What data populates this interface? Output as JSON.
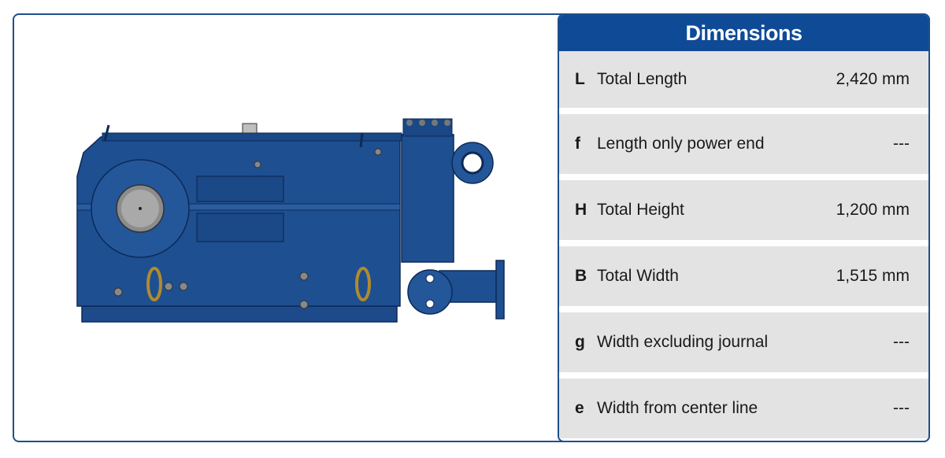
{
  "dimensions": {
    "title": "Dimensions",
    "rows": [
      {
        "symbol": "L",
        "label": "Total Length",
        "value": "2,420 mm"
      },
      {
        "symbol": "f",
        "label": "Length only power end",
        "value": "---"
      },
      {
        "symbol": "H",
        "label": "Total Height",
        "value": "1,200 mm"
      },
      {
        "symbol": "B",
        "label": "Total Width",
        "value": "1,515 mm"
      },
      {
        "symbol": "g",
        "label": "Width excluding journal",
        "value": "---"
      },
      {
        "symbol": "e",
        "label": "Width from center line",
        "value": "---"
      }
    ]
  },
  "colors": {
    "accent": "#0f4a96",
    "pump_body": "#1e4f91",
    "row_background": "#e3e3e3"
  }
}
